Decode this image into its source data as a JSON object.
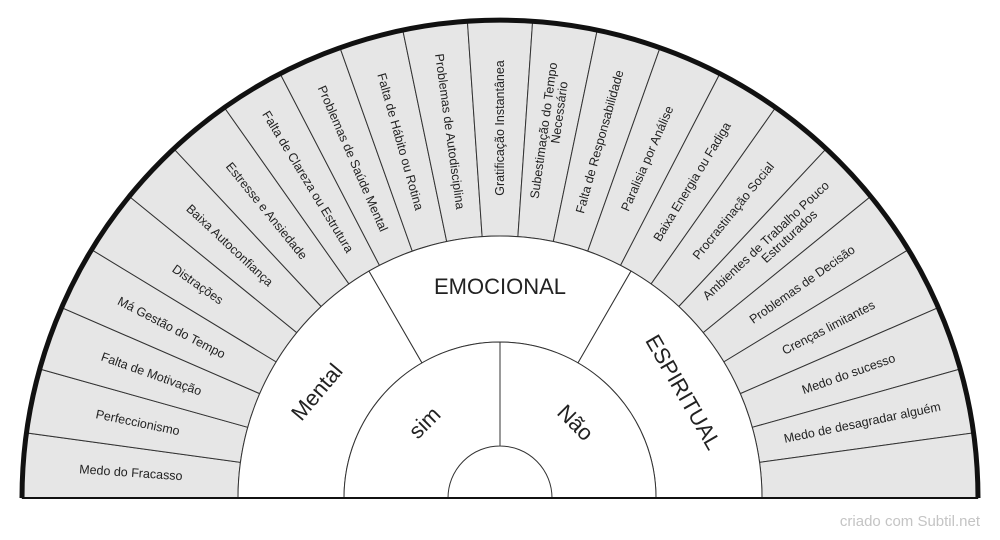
{
  "chart": {
    "outer_ring": [
      "Medo do Fracasso",
      "Perfeccionismo",
      "Falta de Motivação",
      "Má Gestão do Tempo",
      "Distrações",
      "Baixa Autoconfiança",
      "Estresse e Ansiedade",
      "Falta de Clareza ou Estrutura",
      "Problemas de Saúde Mental",
      "Falta de Hábito ou Rotina",
      "Problemas de Autodisciplina",
      "Gratificação Instantânea",
      "Subestimação do Tempo|Necessário",
      "Falta de Responsabilidade",
      "Paralisia por Análise",
      "Baixa Energia ou Fadiga",
      "Procrastinação Social",
      "Ambientes de Trabalho Pouco|Estruturados",
      "Problemas de Decisão",
      "Crenças limitantes",
      "Medo do sucesso",
      "Medo de desagradar alguém",
      ""
    ],
    "middle_ring": [
      "Mental",
      "EMOCIONAL",
      "ESPIRITUAL"
    ],
    "inner_ring": [
      "sim",
      "Não"
    ],
    "colors": {
      "segment_fill": "#e6e6e6",
      "rim": "#111111",
      "line": "#333333",
      "text": "#222222"
    }
  },
  "footer": {
    "credit": "criado com Subtil.net"
  }
}
